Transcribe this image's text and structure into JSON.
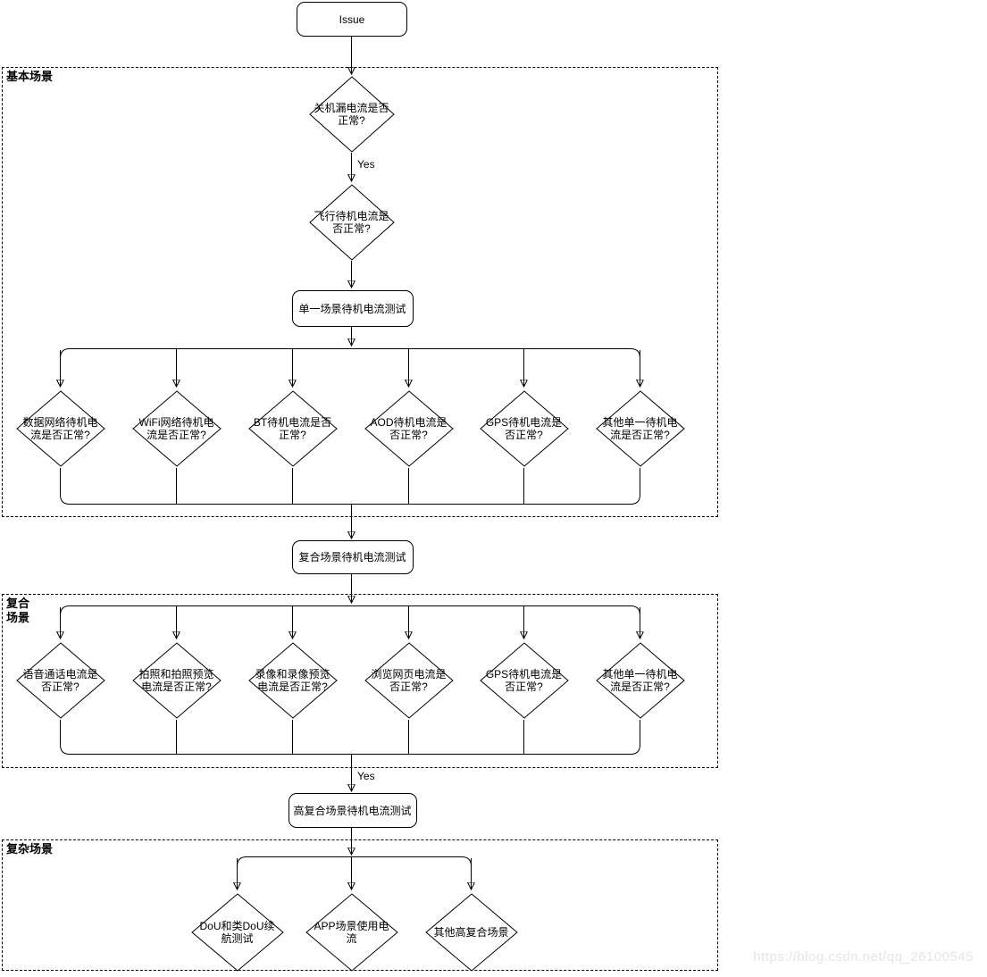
{
  "start": "Issue",
  "yes_label_1": "Yes",
  "yes_label_2": "Yes",
  "basic_section": {
    "title": "基本场景",
    "decision_1": "关机漏电流是否\n正常?",
    "decision_2": "飞行待机电流是\n否正常?",
    "process": "单一场景待机电流测试",
    "branches": [
      "数据网络待机电\n流是否正常?",
      "WiFi网络待机电\n流是否正常?",
      "BT待机电流是否\n正常?",
      "AOD待机电流是\n否正常?",
      "GPS待机电流是\n否正常?",
      "其他单一待机电\n流是否正常?"
    ]
  },
  "composite_process": "复合场景待机电流测试",
  "composite_section": {
    "title": "复合\n场景",
    "branches": [
      "语音通话电流是\n否正常?",
      "拍照和拍照预览\n电流是否正常?",
      "录像和录像预览\n电流是否正常?",
      "浏览网页电流是\n否正常?",
      "GPS待机电流是\n否正常?",
      "其他单一待机电\n流是否正常?"
    ]
  },
  "complex_process": "高复合场景待机电流测试",
  "complex_section": {
    "title": "复杂场景",
    "branches": [
      "DoU和类DoU续\n航测试",
      "APP场景使用电\n流",
      "其他高复合场景"
    ]
  },
  "watermark": "https://blog.csdn.net/qq_26100545"
}
